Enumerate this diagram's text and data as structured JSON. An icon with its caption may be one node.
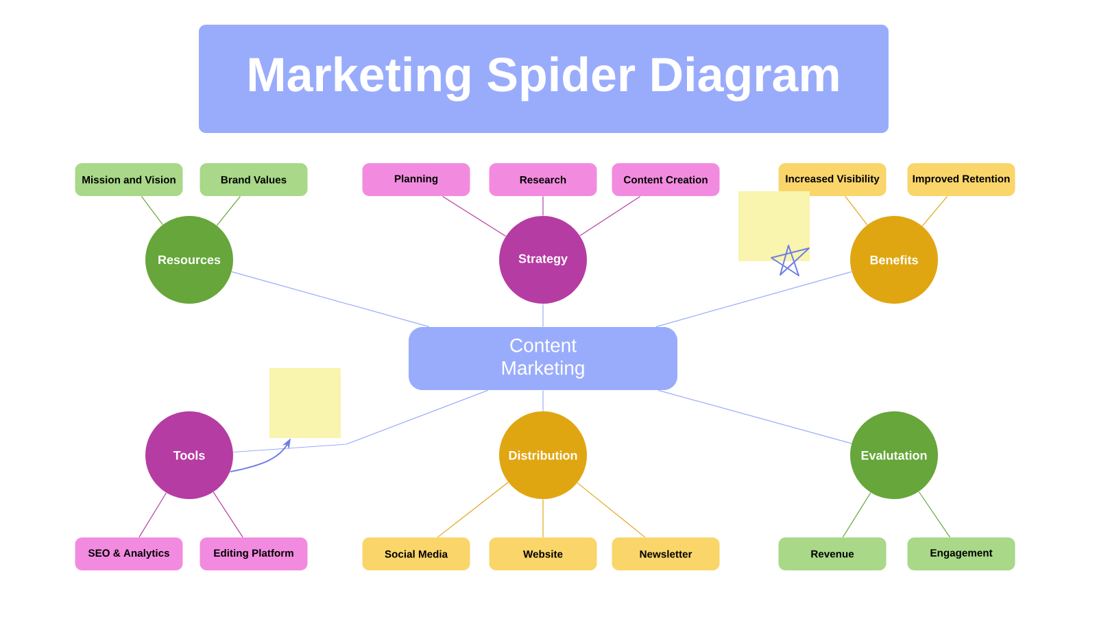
{
  "diagram": {
    "title": "Marketing Spider Diagram",
    "nodes": [
      {
        "text": [
          "Mission and Vision"
        ]
      },
      {
        "text": [
          "Brand Values"
        ]
      },
      {
        "text": [
          "Planning"
        ]
      },
      {
        "text": [
          "Research"
        ]
      },
      {
        "text": [
          "Content Creation"
        ]
      },
      {
        "text": [
          "Increased Visibility"
        ]
      },
      {
        "text": [
          "Improved Retention"
        ]
      },
      {
        "text": [
          "Resources"
        ]
      },
      {
        "text": [
          "Strategy"
        ]
      },
      {
        "text": [
          "Benefits"
        ]
      },
      {
        "text": [
          "Content Marketing"
        ]
      },
      {
        "text": [
          "Tools"
        ]
      },
      {
        "text": [
          "Distribution"
        ]
      },
      {
        "text": [
          "Evalutation"
        ]
      },
      {
        "text": [
          "SEO & Analytics"
        ]
      },
      {
        "text": [
          "Editing Platform"
        ]
      },
      {
        "text": [
          "Social Media"
        ]
      },
      {
        "text": [
          "Website"
        ]
      },
      {
        "text": [
          "Newsletter"
        ]
      },
      {
        "text": [
          "Revenue"
        ]
      },
      {
        "text": [
          "Engagement"
        ]
      },
      {
        "text": [],
        "shape": "box"
      },
      {
        "text": [],
        "shape": "box"
      }
    ],
    "edges": [
      {
        "from": 10,
        "to": 7,
        "arrow": "none"
      },
      {
        "from": 10,
        "to": 8,
        "arrow": "none"
      },
      {
        "from": 10,
        "to": 9,
        "arrow": "none"
      },
      {
        "from": 10,
        "to": 11,
        "arrow": "none"
      },
      {
        "from": 10,
        "to": 12,
        "arrow": "none"
      },
      {
        "from": 10,
        "to": 13,
        "arrow": "none"
      },
      {
        "from": 7,
        "to": 0,
        "arrow": "none",
        "color": "#66a63a"
      },
      {
        "from": 7,
        "to": 1,
        "arrow": "none",
        "color": "#66a63a"
      },
      {
        "from": 8,
        "to": 2,
        "arrow": "none",
        "color": "#b53ca3"
      },
      {
        "from": 8,
        "to": 3,
        "arrow": "none",
        "color": "#b53ca3"
      },
      {
        "from": 8,
        "to": 4,
        "arrow": "none",
        "color": "#b53ca3"
      },
      {
        "from": 9,
        "to": 5,
        "arrow": "none",
        "color": "#e0a612"
      },
      {
        "from": 9,
        "to": 6,
        "arrow": "none",
        "color": "#e0a612"
      },
      {
        "from": 11,
        "to": 14,
        "arrow": "none",
        "color": "#b53ca3"
      },
      {
        "from": 11,
        "to": 15,
        "arrow": "none",
        "color": "#b53ca3"
      },
      {
        "from": 12,
        "to": 16,
        "arrow": "none",
        "color": "#e0a612"
      },
      {
        "from": 12,
        "to": 17,
        "arrow": "none",
        "color": "#e0a612"
      },
      {
        "from": 12,
        "to": 18,
        "arrow": "none",
        "color": "#e0a612"
      },
      {
        "from": 13,
        "to": 19,
        "arrow": "none",
        "color": "#66a63a"
      },
      {
        "from": 13,
        "to": 20,
        "arrow": "none",
        "color": "#66a63a"
      },
      {
        "from": 11,
        "to": 22,
        "arrow": "to",
        "color": "#6e7de6"
      }
    ]
  }
}
